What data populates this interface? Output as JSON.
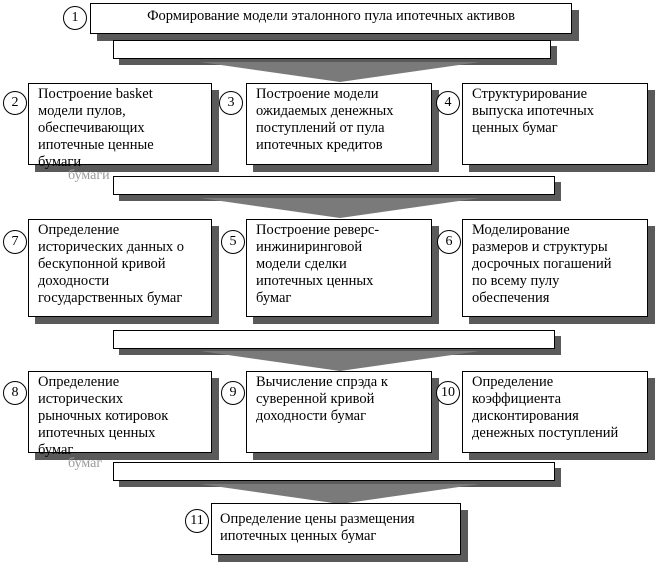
{
  "steps": [
    {
      "num": "1",
      "text": "Формирование модели эталонного пула ипотечных активов"
    },
    {
      "num": "2",
      "text": "Построение basket\nмодели пулов,\nобеспечивающих\nипотечные ценные\nбумаги"
    },
    {
      "num": "3",
      "text": "Построение модели\nожидаемых денежных\nпоступлений от пула\nипотечных кредитов"
    },
    {
      "num": "4",
      "text": "Структурирование\nвыпуска ипотечных\nценных бумаг"
    },
    {
      "num": "5",
      "text": "Построение реверс-\nинжиниринговой\nмодели сделки\nипотечных ценных\nбумаг"
    },
    {
      "num": "6",
      "text": "Моделирование\nразмеров и структуры\nдосрочных погашений\nпо всему пулу\nобеспечения"
    },
    {
      "num": "7",
      "text": "Определение\nисторических данных о\nбескупонной кривой\nдоходности\nгосударственных бумаг"
    },
    {
      "num": "8",
      "text": "Определение\nисторических\nрыночных котировок\nипотечных ценных\nбумаг"
    },
    {
      "num": "9",
      "text": "Вычисление спрэда к\nсуверенной кривой\nдоходности бумаг"
    },
    {
      "num": "10",
      "text": "Определение\nкоэффициента\nдисконтирования\nденежных поступлений"
    },
    {
      "num": "11",
      "text": "Определение цены размещения\nипотечных ценных бумаг"
    }
  ],
  "overflow_labels": {
    "box2": "бумаги",
    "box8": "бумаг"
  }
}
